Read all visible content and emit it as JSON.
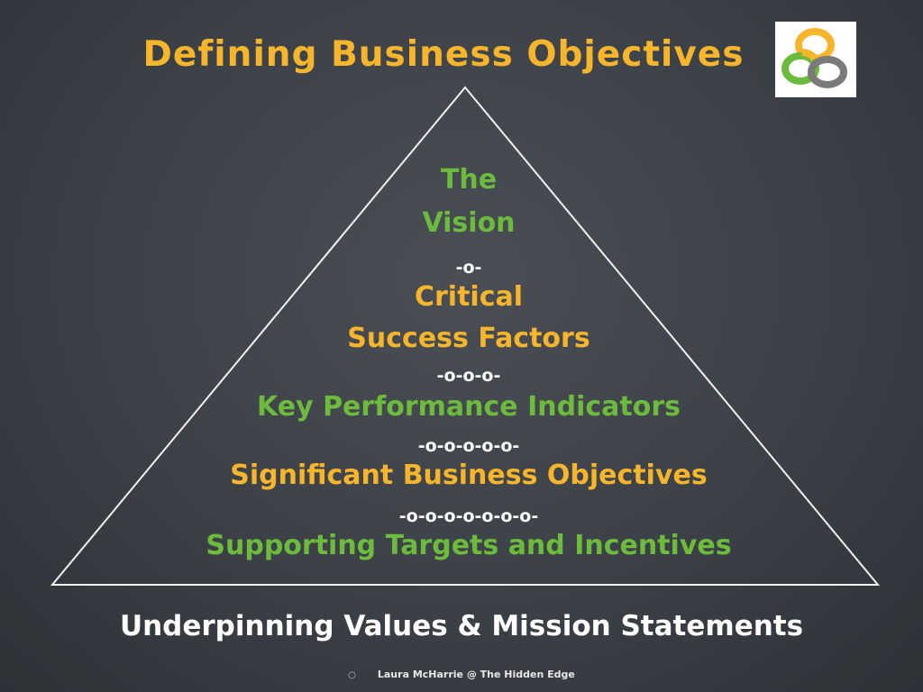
{
  "title": "Defining Business Objectives",
  "pyramid": {
    "level1_line1": "The",
    "level1_line2": "Vision",
    "sep1": "-o-",
    "level2_line1": "Critical",
    "level2_line2": "Success Factors",
    "sep2": "-o-o-o-",
    "level3": "Key Performance Indicators",
    "sep3": "-o-o-o-o-o-",
    "level4": "Significant Business Objectives",
    "sep4": "-o-o-o-o-o-o-o-",
    "level5": "Supporting Targets and Incentives"
  },
  "base_label": "Underpinning Values & Mission Statements",
  "footer": {
    "bullet": "○",
    "text": "Laura McHarrie @ The Hidden Edge"
  },
  "colors": {
    "gold": "#f7b52c",
    "green": "#6dbb3c",
    "white": "#ffffff",
    "logo_gray": "#7a7a7a"
  }
}
